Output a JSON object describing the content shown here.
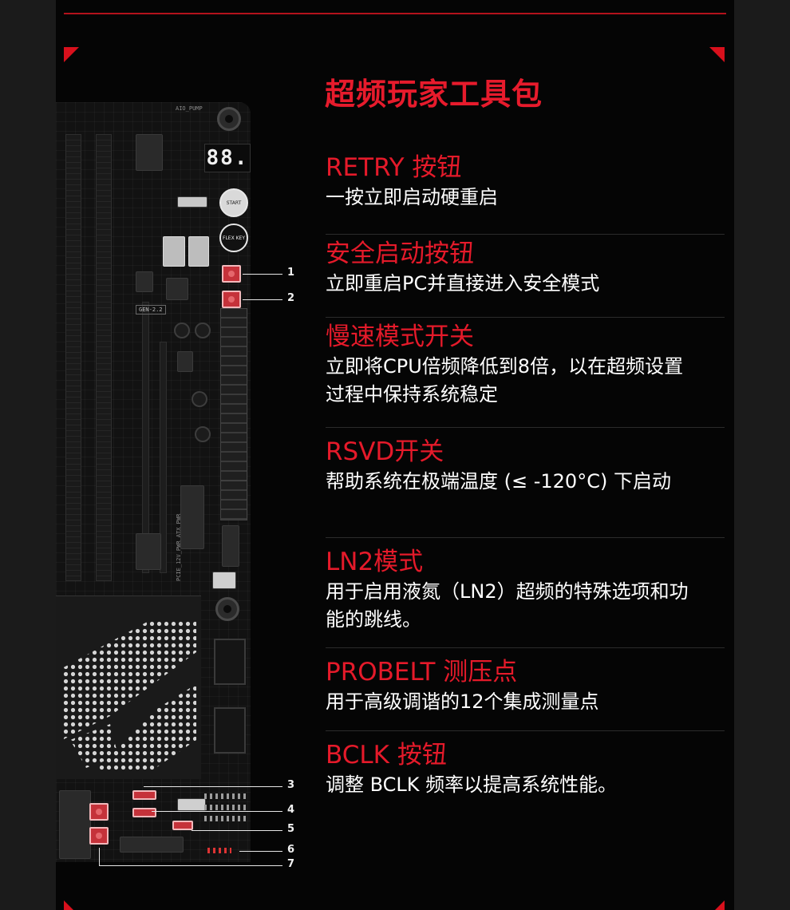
{
  "heading": "超频玩家工具包",
  "features": [
    {
      "title": "RETRY 按钮",
      "description": "一按立即启动硬重启"
    },
    {
      "title": "安全启动按钮",
      "description": "立即重启PC并直接进入安全模式"
    },
    {
      "title": "慢速模式开关",
      "description": "立即将CPU倍频降低到8倍，以在超频设置过程中保持系统稳定"
    },
    {
      "title": "RSVD开关",
      "description": "帮助系统在极端温度 (≤ -120°C) 下启动"
    },
    {
      "title": "LN2模式",
      "description": "用于启用液氮（LN2）超频的特殊选项和功能的跳线。"
    },
    {
      "title": "PROBELT 测压点",
      "description": "用于高级调谐的12个集成测量点"
    },
    {
      "title": "BCLK 按钮",
      "description": "调整 BCLK 频率以提高系统性能。"
    }
  ],
  "board": {
    "post_code": "88.",
    "start_label": "START",
    "flex_label": "FLEX KEY",
    "silk_aio": "AIO_PUMP",
    "silk_gen": "GEN-2.2",
    "silk_atx": "PCIE_12V_PWR_ATX_PWR"
  },
  "callouts": [
    "1",
    "2",
    "3",
    "4",
    "5",
    "6",
    "7"
  ],
  "colors": {
    "accent": "#e71b2c",
    "background": "#050505",
    "text": "#ffffff"
  }
}
